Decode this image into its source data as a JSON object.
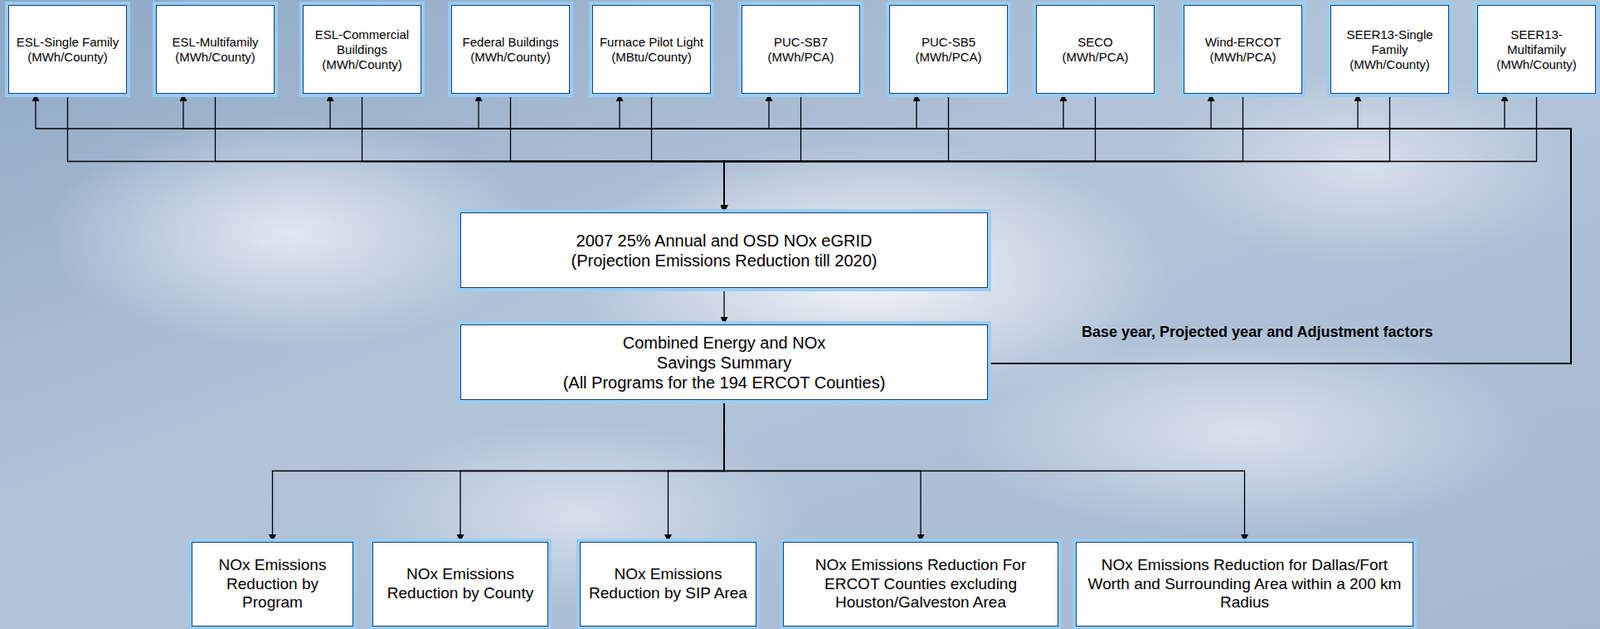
{
  "diagram": {
    "nodes": [
      {
        "text": [
          "ESL-Single Family",
          "(MWh/County)"
        ]
      },
      {
        "text": [
          "ESL-Multifamily",
          "(MWh/County)"
        ]
      },
      {
        "text": [
          "ESL-Commercial Buildings",
          "(MWh/County)"
        ]
      },
      {
        "text": [
          "Federal Buildings",
          "(MWh/County)"
        ]
      },
      {
        "text": [
          "Furnace Pilot Light",
          "(MBtu/County)"
        ]
      },
      {
        "text": [
          "PUC-SB7",
          "(MWh/PCA)"
        ]
      },
      {
        "text": [
          "PUC-SB5",
          "(MWh/PCA)"
        ]
      },
      {
        "text": [
          "SECO",
          "(MWh/PCA)"
        ]
      },
      {
        "text": [
          "Wind-ERCOT",
          "(MWh/PCA)"
        ]
      },
      {
        "text": [
          "SEER13-Single Family",
          "(MWh/County)"
        ]
      },
      {
        "text": [
          "SEER13-Multifamily",
          "(MWh/County)"
        ]
      },
      {
        "text": [
          "2007 25% Annual and OSD NOx eGRID",
          "(Projection Emissions Reduction till 2020)"
        ]
      },
      {
        "text": [
          "Combined Energy and NOx Savings Summary",
          "(All Programs for the 194 ERCOT Counties)"
        ]
      },
      {
        "text": [
          "NOx Emissions Reduction by Program"
        ]
      },
      {
        "text": [
          "NOx Emissions Reduction by County"
        ]
      },
      {
        "text": [
          "NOx Emissions Reduction by SIP Area"
        ]
      },
      {
        "text": [
          "NOx Emissions Reduction For ERCOT Counties excluding Houston/Galveston Area"
        ]
      },
      {
        "text": [
          "NOx Emissions Reduction for Dallas/Fort Worth and Surrounding Area within a 200 km Radius"
        ]
      }
    ],
    "edges": [
      {
        "from": 0,
        "to": 11,
        "arrow": "to"
      },
      {
        "from": 1,
        "to": 11,
        "arrow": "to"
      },
      {
        "from": 2,
        "to": 11,
        "arrow": "to"
      },
      {
        "from": 3,
        "to": 11,
        "arrow": "to"
      },
      {
        "from": 4,
        "to": 11,
        "arrow": "to"
      },
      {
        "from": 5,
        "to": 11,
        "arrow": "to"
      },
      {
        "from": 6,
        "to": 11,
        "arrow": "to"
      },
      {
        "from": 7,
        "to": 11,
        "arrow": "to"
      },
      {
        "from": 8,
        "to": 11,
        "arrow": "to"
      },
      {
        "from": 9,
        "to": 11,
        "arrow": "to"
      },
      {
        "from": 10,
        "to": 11,
        "arrow": "to"
      },
      {
        "from": 11,
        "to": 12,
        "arrow": "to"
      },
      {
        "from": 12,
        "to": 0,
        "arrow": "to"
      },
      {
        "from": 12,
        "to": 1,
        "arrow": "to"
      },
      {
        "from": 12,
        "to": 2,
        "arrow": "to"
      },
      {
        "from": 12,
        "to": 3,
        "arrow": "to"
      },
      {
        "from": 12,
        "to": 4,
        "arrow": "to"
      },
      {
        "from": 12,
        "to": 5,
        "arrow": "to"
      },
      {
        "from": 12,
        "to": 6,
        "arrow": "to"
      },
      {
        "from": 12,
        "to": 7,
        "arrow": "to"
      },
      {
        "from": 12,
        "to": 8,
        "arrow": "to"
      },
      {
        "from": 12,
        "to": 9,
        "arrow": "to"
      },
      {
        "from": 12,
        "to": 10,
        "arrow": "to"
      },
      {
        "from": 12,
        "to": 13,
        "arrow": "to"
      },
      {
        "from": 12,
        "to": 14,
        "arrow": "to"
      },
      {
        "from": 12,
        "to": 15,
        "arrow": "to"
      },
      {
        "from": 12,
        "to": 16,
        "arrow": "to"
      },
      {
        "from": 12,
        "to": 17,
        "arrow": "to"
      }
    ],
    "labels": [
      "Base year, Projected year and Adjustment factors"
    ]
  }
}
